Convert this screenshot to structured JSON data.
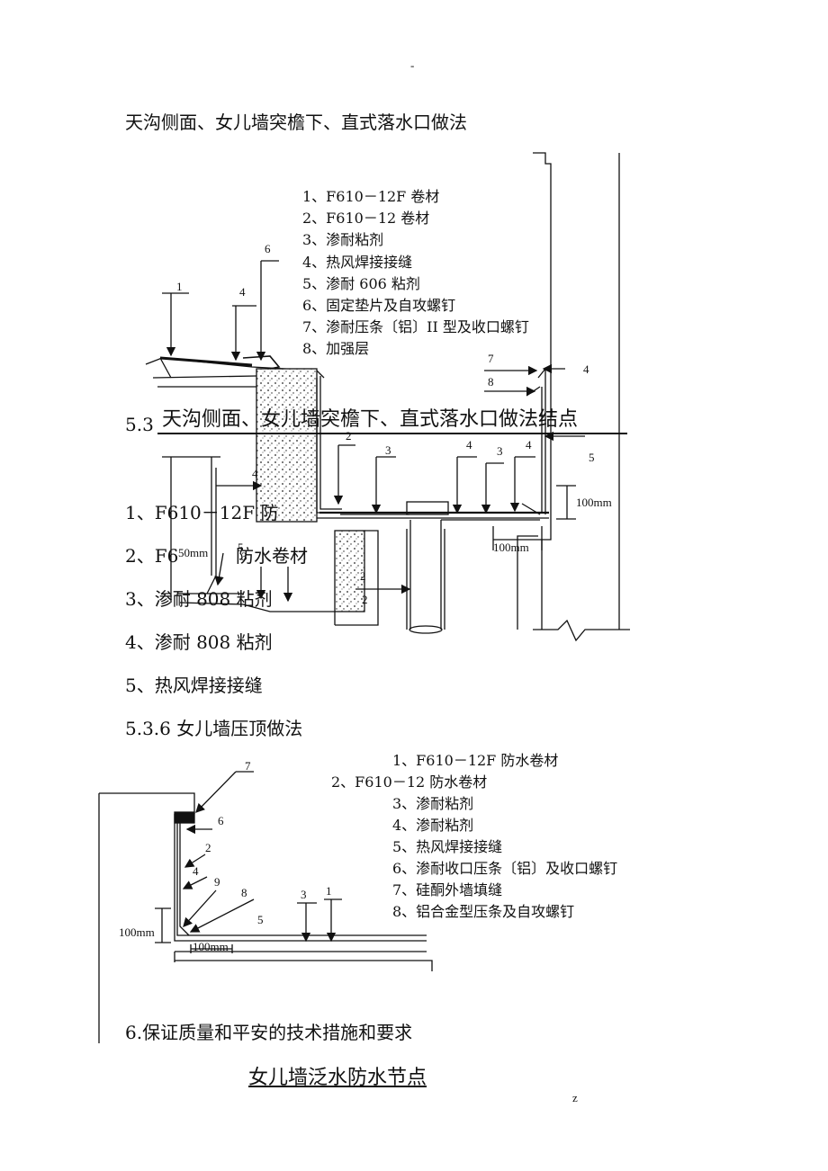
{
  "header_mark": "-",
  "footer_mark": "z",
  "section1": {
    "title": "天沟侧面、女儿墙突檐下、直式落水口做法",
    "legend": [
      "1、F610－12F 卷材",
      "2、F610－12 卷材",
      "3、渗耐粘剂",
      "4、热风焊接接缝",
      "5、渗耐 606 粘剂",
      "6、固定垫片及自攻螺钉",
      "7、渗耐压条〔铝〕II 型及收口螺钉",
      "8、加强层"
    ],
    "overlay_caption": "天沟侧面、女儿墙突檐下、直式落水口做法结点",
    "overlay_prefix": "5.3",
    "dim_100mm": "100mm",
    "dim_100mm_b": "100mm",
    "dim_50mm": "50mm",
    "callouts": [
      "1",
      "4",
      "6",
      "7",
      "8",
      "4",
      "2",
      "3",
      "4",
      "3",
      "4",
      "5",
      "4",
      "5",
      "2",
      "3",
      "2"
    ]
  },
  "list_a": [
    "1、F610－12F 防",
    "2、F6",
    "3、渗耐 808 粘剂",
    "4、渗耐 808 粘剂",
    "5、热风焊接接缝"
  ],
  "list_a_overlap": "防水卷材",
  "section2": {
    "title": "5.3.6 女儿墙压顶做法",
    "legend": [
      "1、F610－12F 防水卷材",
      "2、F610－12 防水卷材",
      "3、渗耐粘剂",
      "4、渗耐粘剂",
      "5、热风焊接接缝",
      "6、渗耐收口压条〔铝〕及收口螺钉",
      "7、硅酮外墙填缝",
      "8、铝合金型压条及自攻螺钉"
    ],
    "callouts": [
      "7",
      "6",
      "2",
      "4",
      "9",
      "8",
      "3",
      "1",
      "5"
    ],
    "dim_100mm_v": "100mm",
    "dim_100mm_h": "100mm"
  },
  "section3": {
    "title": "6.保证质量和平安的技术措施和要求"
  },
  "bottom_caption": "女儿墙泛水防水节点"
}
